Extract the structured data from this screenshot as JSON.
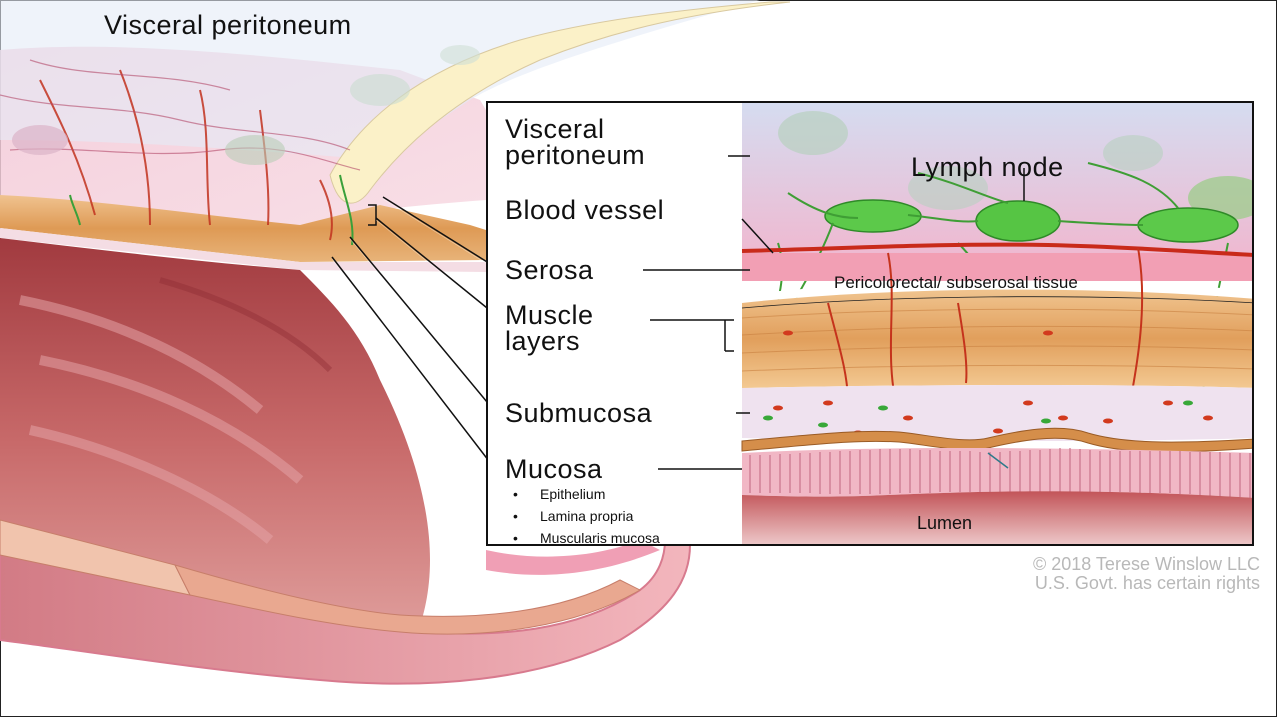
{
  "title": "Visceral peritoneum",
  "inset_labels": {
    "visceral_peritoneum_line1": "Visceral",
    "visceral_peritoneum_line2": "peritoneum",
    "blood_vessel": "Blood vessel",
    "serosa": "Serosa",
    "muscle_layers_line1": "Muscle",
    "muscle_layers_line2": "layers",
    "submucosa": "Submucosa",
    "mucosa": "Mucosa",
    "mucosa_items": [
      "Epithelium",
      "Lamina propria",
      "Muscularis mucosa"
    ]
  },
  "callouts": {
    "lymph_node": "Lymph node",
    "pericolorectal": "Pericolorectal/ subserosal tissue",
    "lumen": "Lumen"
  },
  "copyright": {
    "line1": "© 2018 Terese Winslow LLC",
    "line2": "U.S. Govt. has certain rights"
  },
  "colors": {
    "mucosa_pink": "#e89aa8",
    "muscle_orange": "#e0a55b",
    "lumen_red": "#b24a4a",
    "lymph_green": "#4fbf3a",
    "peritoneum_blue": "#c8d4ee"
  }
}
